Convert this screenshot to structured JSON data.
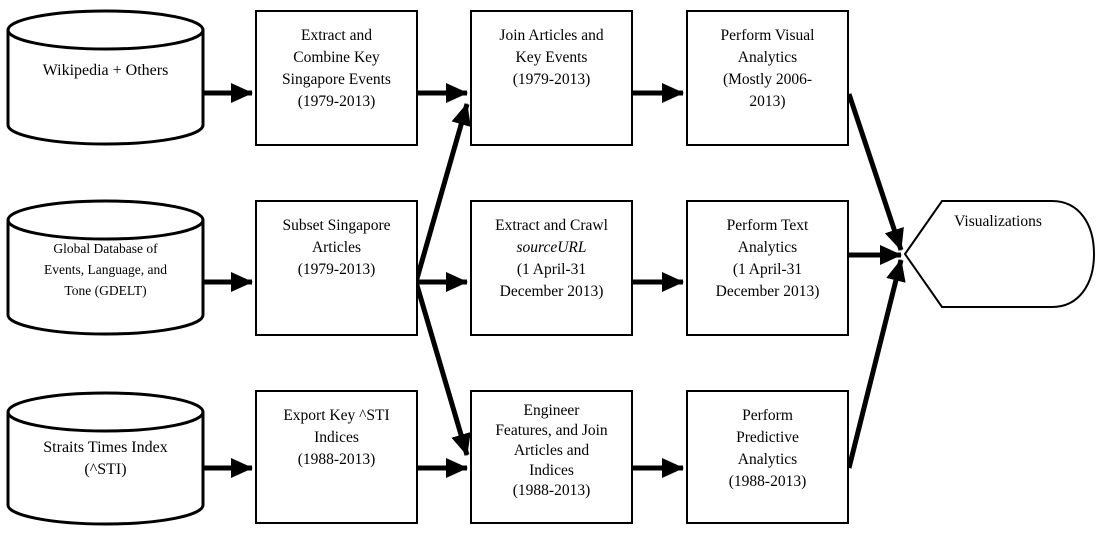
{
  "diagram": {
    "colors": {
      "stroke": "#000000",
      "fill": "#ffffff",
      "text": "#000000"
    },
    "nodes": {
      "wikipedia": {
        "type": "database",
        "lines": [
          "Wikipedia + Others"
        ]
      },
      "gdelt": {
        "type": "database",
        "lines": [
          "Global Database of",
          "Events, Language, and",
          "Tone (GDELT)"
        ]
      },
      "sti": {
        "type": "database",
        "lines": [
          "Straits Times Index",
          "(^STI)"
        ]
      },
      "extract_combine": {
        "type": "process",
        "lines": [
          "Extract and",
          "Combine Key",
          "Singapore Events",
          "(1979-2013)"
        ]
      },
      "join_articles": {
        "type": "process",
        "lines": [
          "Join Articles and",
          "Key Events",
          "(1979-2013)"
        ]
      },
      "visual_analytics": {
        "type": "process",
        "lines": [
          "Perform Visual",
          "Analytics",
          "(Mostly 2006-",
          "2013)"
        ]
      },
      "subset_articles": {
        "type": "process",
        "lines": [
          "Subset Singapore",
          "Articles",
          "(1979-2013)"
        ]
      },
      "extract_crawl": {
        "type": "process",
        "lines": [
          "Extract and Crawl",
          "sourceURL",
          "(1 April-31",
          "December 2013)"
        ],
        "italic_line": 1
      },
      "text_analytics": {
        "type": "process",
        "lines": [
          "Perform Text",
          "Analytics",
          "(1 April-31",
          "December 2013)"
        ]
      },
      "export_indices": {
        "type": "process",
        "lines": [
          "Export Key ^STI",
          "Indices",
          "(1988-2013)"
        ]
      },
      "engineer_features": {
        "type": "process",
        "lines": [
          "Engineer",
          "Features, and Join",
          "Articles and",
          "Indices",
          "(1988-2013)"
        ]
      },
      "predictive_analytics": {
        "type": "process",
        "lines": [
          "Perform",
          "Predictive",
          "Analytics",
          "(1988-2013)"
        ]
      },
      "visualizations": {
        "type": "display",
        "label": "Visualizations"
      }
    },
    "edges": [
      {
        "from": "wikipedia",
        "to": "extract_combine"
      },
      {
        "from": "extract_combine",
        "to": "join_articles"
      },
      {
        "from": "join_articles",
        "to": "visual_analytics"
      },
      {
        "from": "gdelt",
        "to": "subset_articles"
      },
      {
        "from": "subset_articles",
        "to": "join_articles"
      },
      {
        "from": "subset_articles",
        "to": "extract_crawl"
      },
      {
        "from": "subset_articles",
        "to": "engineer_features"
      },
      {
        "from": "extract_crawl",
        "to": "text_analytics"
      },
      {
        "from": "sti",
        "to": "export_indices"
      },
      {
        "from": "export_indices",
        "to": "engineer_features"
      },
      {
        "from": "engineer_features",
        "to": "predictive_analytics"
      },
      {
        "from": "visual_analytics",
        "to": "visualizations"
      },
      {
        "from": "text_analytics",
        "to": "visualizations"
      },
      {
        "from": "predictive_analytics",
        "to": "visualizations"
      }
    ]
  }
}
